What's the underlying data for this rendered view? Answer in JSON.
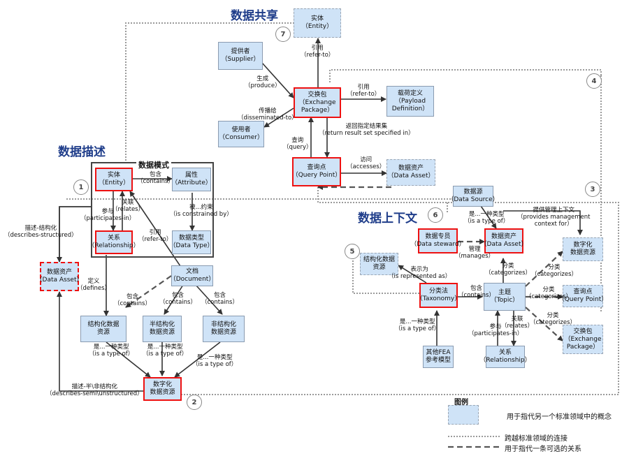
{
  "headers": {
    "sharing": "数据共享",
    "description": "数据描述",
    "context": "数据上下文"
  },
  "model_title": "数据模式",
  "nodes": {
    "entity_top": [
      "实体",
      "（Entity）"
    ],
    "supplier": [
      "提供者",
      "（Supplier）"
    ],
    "consumer": [
      "使用者",
      "（Consumer）"
    ],
    "exchange_pkg": [
      "交换包",
      "（Exchange",
      "Package）"
    ],
    "payload": [
      "载荷定义",
      "（Payload",
      "Definition）"
    ],
    "query_point": [
      "查询点",
      "（Query Point）"
    ],
    "data_asset_share": [
      "数据资产",
      "（Data Asset）"
    ],
    "entity": [
      "实体",
      "（Entity）"
    ],
    "attribute": [
      "属性",
      "（Attribute）"
    ],
    "relationship": [
      "关系",
      "（Relationship）"
    ],
    "data_type": [
      "数据类型",
      "（Data Type）"
    ],
    "data_asset_left": [
      "数据资产",
      "（Data Asset）"
    ],
    "document": [
      "文档",
      "（Document）"
    ],
    "structured": [
      "结构化数据",
      "资源"
    ],
    "semi": [
      "半结构化",
      "数据资源"
    ],
    "unstructured": [
      "非结构化",
      "数据资源"
    ],
    "digital_res": [
      "数字化",
      "数据资源"
    ],
    "data_source": [
      "数据源",
      "（Data Source）"
    ],
    "data_steward": [
      "数据专员",
      "（Data steward）"
    ],
    "data_asset_ctx": [
      "数据资产",
      "（Data Asset）"
    ],
    "struct_res_ctx": [
      "结构化数据",
      "资源"
    ],
    "taxonomy": [
      "分类法",
      "（Taxonomy）"
    ],
    "topic": [
      "主题",
      "（Topic）"
    ],
    "relationship_ctx": [
      "关系",
      "（Relationship）"
    ],
    "fea_model": [
      "其他FEA",
      "参考模型"
    ],
    "digital_res_r": [
      "数字化",
      "数据资源"
    ],
    "query_point_r": [
      "查询点",
      "（Query Point）"
    ],
    "exchange_pkg_r": [
      "交换包",
      "（Exchange",
      "Package）"
    ]
  },
  "labels": {
    "refer_to_top": [
      "引用",
      "（refer-to）"
    ],
    "produce": [
      "生成",
      "（produce）"
    ],
    "disseminated": [
      "传播给",
      "（disseminated-to）"
    ],
    "refer_to_payload": [
      "引用",
      "（refer-to）"
    ],
    "return_result": [
      "返回指定结果集",
      "（return result set specified in）"
    ],
    "query": [
      "查询",
      "（query）"
    ],
    "accesses": [
      "访问",
      "（accesses）"
    ],
    "contains_attr": [
      "包含",
      "（contains）"
    ],
    "relates": [
      "关联",
      "（relates）"
    ],
    "participates": [
      "参与",
      "（participates-in）"
    ],
    "constrained": [
      "被...约束",
      "（is constrained by）"
    ],
    "refer_to_doc": [
      "引用",
      "（refer-to）"
    ],
    "describes_structured": [
      "描述-结构化",
      "（describes-structured）"
    ],
    "defines": [
      "定义",
      "（defines）"
    ],
    "contains_doc1": [
      "包含",
      "（contains）"
    ],
    "contains_doc2": [
      "包含",
      "（contains）"
    ],
    "contains_doc3": [
      "包含",
      "（contains）"
    ],
    "type_of_1": [
      "是...一种类型",
      "（is a type of）"
    ],
    "type_of_2": [
      "是...一种类型",
      "（is a type of）"
    ],
    "type_of_3": [
      "是...一种类型",
      "（is a type of）"
    ],
    "describes_semi": [
      "描述-半\\非结构化",
      "（describes-semi\\unstructured）"
    ],
    "type_of_ds": [
      "是...一种类型",
      "（is a type of）"
    ],
    "provides_ctx": [
      "提供管理上下文",
      "（provides management",
      "context for）"
    ],
    "manages": [
      "管理",
      "（manages）"
    ],
    "represented": [
      "表示为",
      "（is represented as）"
    ],
    "categorizes_up": [
      "分类",
      "（categorizes）"
    ],
    "contains_topic": [
      "包含",
      "（contains）"
    ],
    "categorizes_1": [
      "分类",
      "（categorizes）"
    ],
    "categorizes_2": [
      "分类",
      "（categorizes）"
    ],
    "categorizes_3": [
      "分类",
      "（categorizes）"
    ],
    "relates_ctx": [
      "关联",
      "（relates）"
    ],
    "participates_ctx": [
      "参与",
      "（participates-in）"
    ],
    "type_of_fea": [
      "是...一种类型",
      "（is a type of）"
    ]
  },
  "circles": [
    "1",
    "2",
    "3",
    "4",
    "5",
    "6",
    "7"
  ],
  "legend": {
    "title": "图例",
    "concept": "用于指代另一个标准领域中的概念",
    "cross": "跨越标准领域的连接",
    "optional": "用于指代一条可选的关系"
  },
  "colors": {
    "box_fill": "#cfe3f7",
    "highlight_border": "#e11111",
    "header": "#1f3d8a"
  }
}
